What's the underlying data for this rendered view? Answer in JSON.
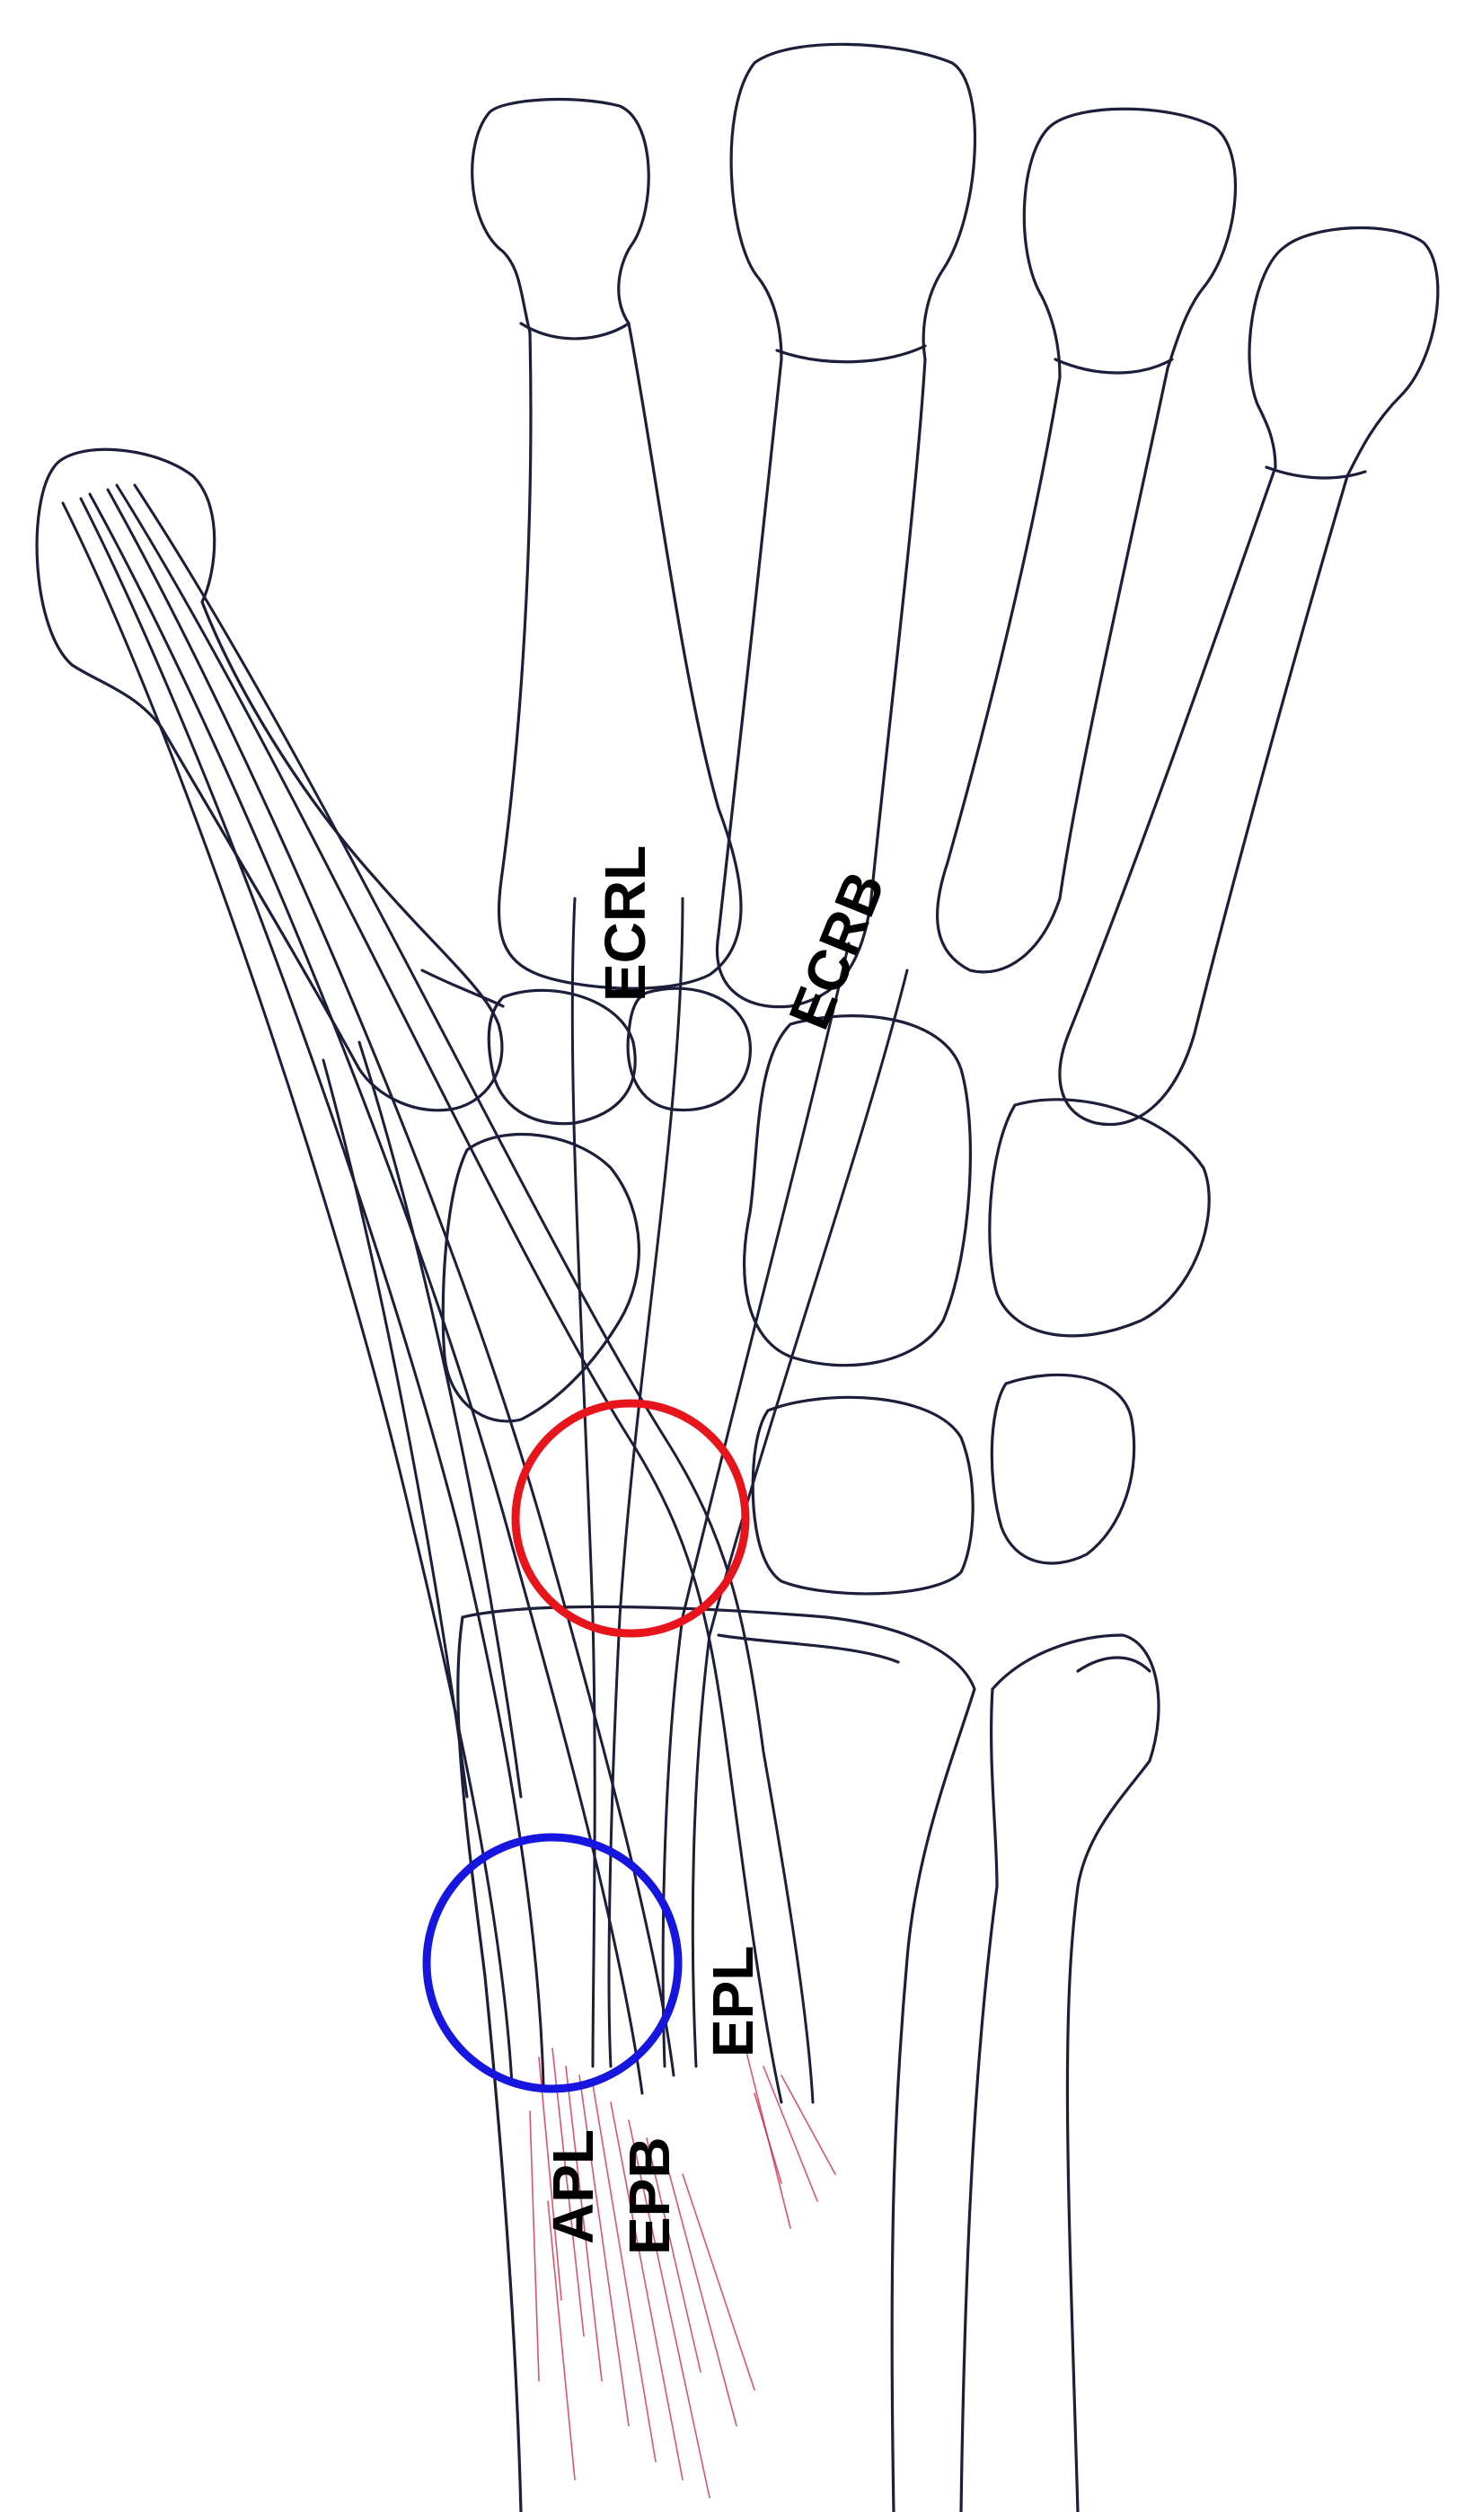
{
  "labels": {
    "ecrl": "ECRL",
    "ecrb": "ECRB",
    "apl": "APL",
    "epb": "EPB",
    "epl": "EPL"
  },
  "colors": {
    "outline": "#1c1e3a",
    "muscle_fibers": "#d21a3c",
    "red_circle": "#e8141c",
    "blue_circle": "#1616e0",
    "background": "#ffffff"
  }
}
